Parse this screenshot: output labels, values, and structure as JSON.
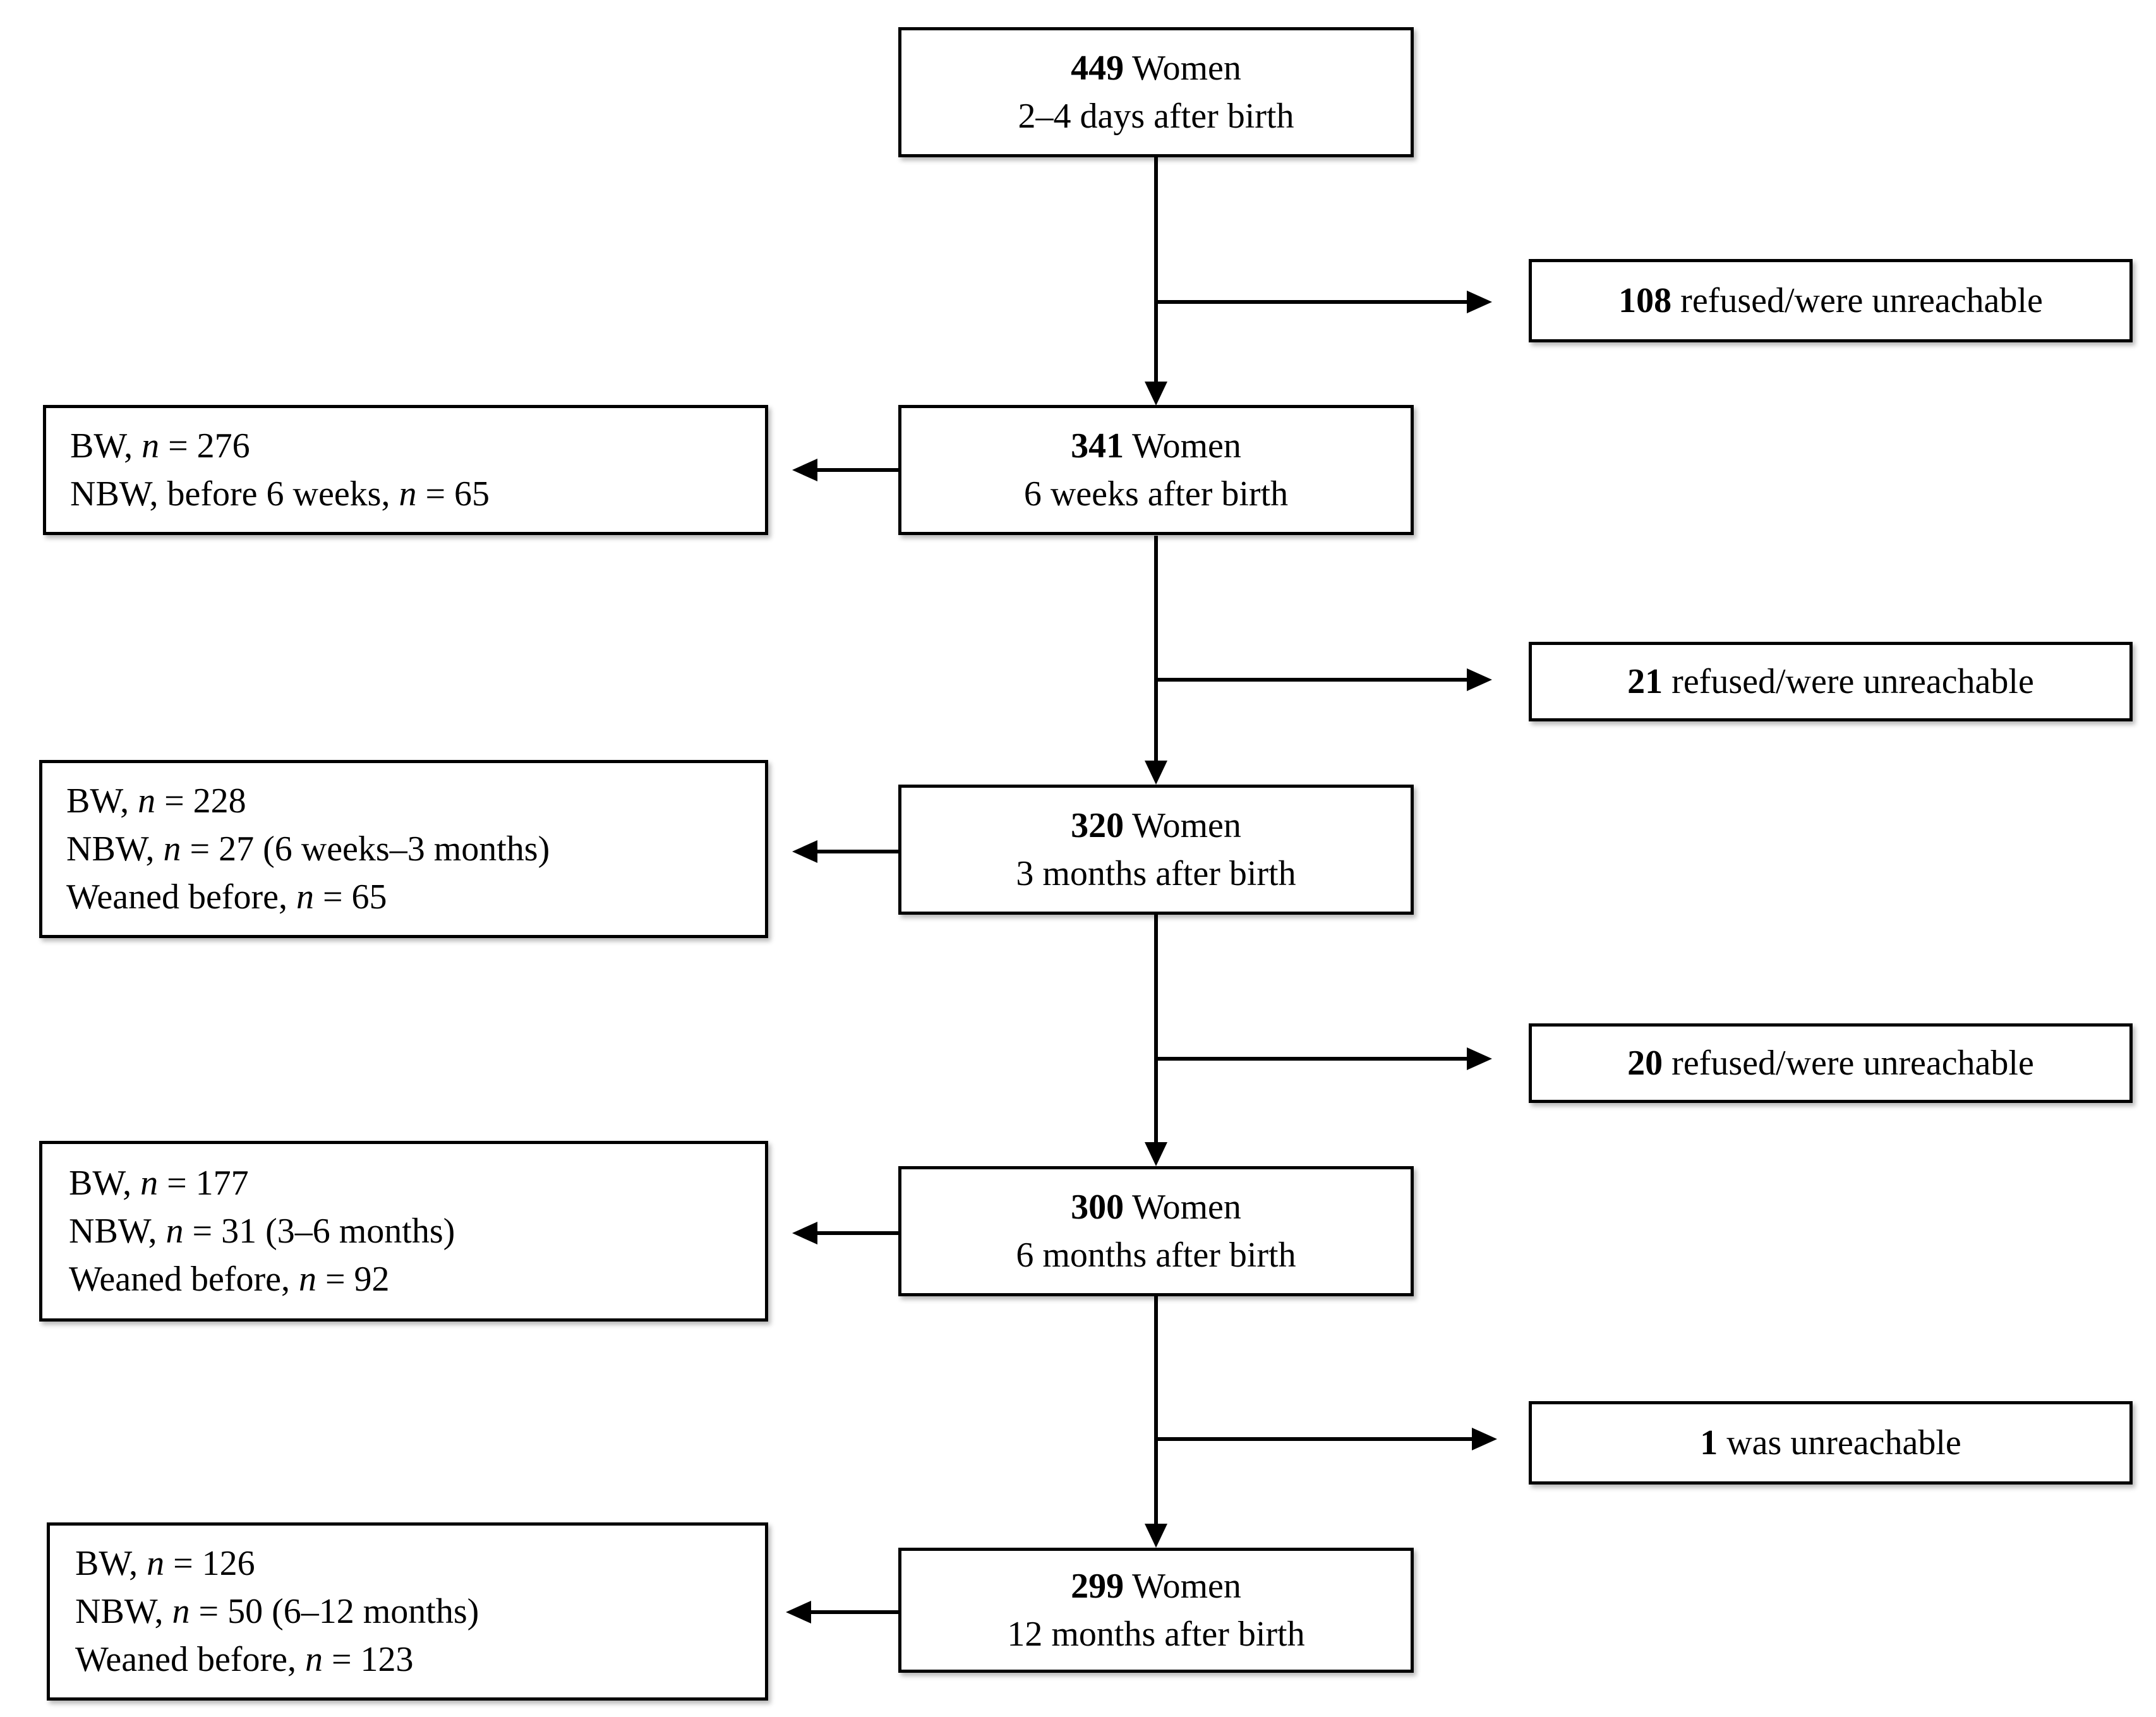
{
  "flow": {
    "stages": [
      {
        "count": "449",
        "label": "Women",
        "timing": "2–4 days after birth"
      },
      {
        "count": "341",
        "label": "Women",
        "timing": "6 weeks after birth"
      },
      {
        "count": "320",
        "label": "Women",
        "timing": "3 months after birth"
      },
      {
        "count": "300",
        "label": "Women",
        "timing": "6 months after birth"
      },
      {
        "count": "299",
        "label": "Women",
        "timing": "12 months after birth"
      }
    ],
    "losses": [
      {
        "count": "108",
        "text": "refused/were unreachable"
      },
      {
        "count": "21",
        "text": "refused/were unreachable"
      },
      {
        "count": "20",
        "text": "refused/were unreachable"
      },
      {
        "count": "1",
        "text": "was unreachable"
      }
    ],
    "outcomes": [
      {
        "lines": [
          {
            "prefix": "BW, ",
            "var": "n",
            "suffix": " = 276"
          },
          {
            "prefix": "NBW, before 6 weeks, ",
            "var": "n",
            "suffix": " = 65"
          }
        ]
      },
      {
        "lines": [
          {
            "prefix": "BW, ",
            "var": "n",
            "suffix": " = 228"
          },
          {
            "prefix": "NBW, ",
            "var": "n",
            "suffix": " = 27 (6 weeks–3 months)"
          },
          {
            "prefix": "Weaned before, ",
            "var": "n",
            "suffix": " = 65"
          }
        ]
      },
      {
        "lines": [
          {
            "prefix": "BW, ",
            "var": "n",
            "suffix": " = 177"
          },
          {
            "prefix": "NBW, ",
            "var": "n",
            "suffix": " = 31 (3–6 months)"
          },
          {
            "prefix": "Weaned before, ",
            "var": "n",
            "suffix": " = 92"
          }
        ]
      },
      {
        "lines": [
          {
            "prefix": "BW, ",
            "var": "n",
            "suffix": " = 126"
          },
          {
            "prefix": "NBW, ",
            "var": "n",
            "suffix": " = 50 (6–12 months)"
          },
          {
            "prefix": "Weaned before, ",
            "var": "n",
            "suffix": " = 123"
          }
        ]
      }
    ]
  }
}
